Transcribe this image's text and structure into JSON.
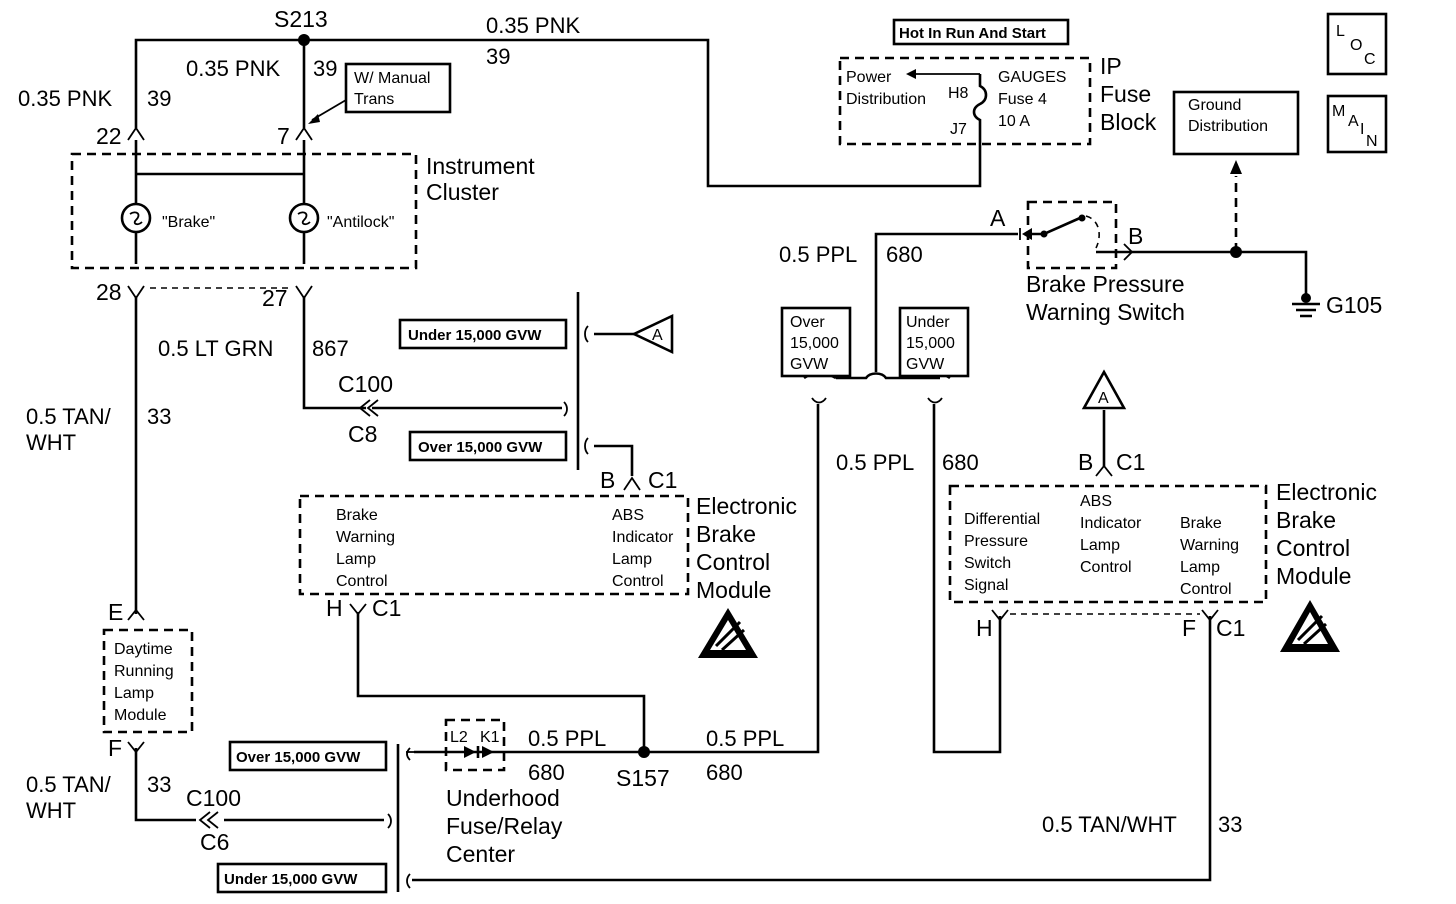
{
  "diagram": {
    "splices": {
      "s213": "S213",
      "s157": "S157"
    },
    "wires": {
      "pnk_size": "0.35 PNK",
      "pnk_circuit": "39",
      "ltgrn_size": "0.5 LT GRN",
      "ltgrn_circuit": "867",
      "tanwht_size_a": "0.5 TAN/",
      "tanwht_size_b": "WHT",
      "tanwht_full": "0.5 TAN/WHT",
      "tanwht_circuit": "33",
      "ppl_size": "0.5 PPL",
      "ppl_circuit": "680"
    },
    "notes": {
      "manual_trans_1": "W/ Manual",
      "manual_trans_2": "Trans",
      "hot_in_run": "Hot In Run And Start",
      "under_15000": "Under 15,000 GVW",
      "over_15000": "Over 15,000 GVW",
      "over_box": [
        "Over",
        "15,000",
        "GVW"
      ],
      "under_box": [
        "Under",
        "15,000",
        "GVW"
      ]
    },
    "instrument_cluster": {
      "name_1": "Instrument",
      "name_2": "Cluster",
      "lamp_brake": "\"Brake\"",
      "lamp_antilock": "\"Antilock\"",
      "pin_22": "22",
      "pin_7": "7",
      "pin_28": "28",
      "pin_27": "27"
    },
    "ip_fuse_block": {
      "name_1": "IP",
      "name_2": "Fuse",
      "name_3": "Block",
      "power_1": "Power",
      "power_2": "Distribution",
      "fuse_1": "GAUGES",
      "fuse_2": "Fuse 4",
      "fuse_3": "10 A",
      "pin_h8": "H8",
      "pin_j7": "J7",
      "ground_1": "Ground",
      "ground_2": "Distribution"
    },
    "loc_main": {
      "loc": [
        "L",
        "O",
        "C"
      ],
      "main": [
        "M",
        "A",
        "I",
        "N"
      ]
    },
    "connectors": {
      "c100": "C100",
      "c8": "C8",
      "c6": "C6",
      "c1": "C1",
      "b": "B",
      "h": "H",
      "e": "E",
      "f": "F",
      "a": "A",
      "offpage_a": "A"
    },
    "brake_switch": {
      "name_1": "Brake Pressure",
      "name_2": "Warning Switch",
      "pin_a": "A",
      "pin_b": "B",
      "ground": "G105"
    },
    "ebcm_left": {
      "name": [
        "Electronic",
        "Brake",
        "Control",
        "Module"
      ],
      "brake_lamp": [
        "Brake",
        "Warning",
        "Lamp",
        "Control"
      ],
      "abs_lamp": [
        "ABS",
        "Indicator",
        "Lamp",
        "Control"
      ]
    },
    "ebcm_right": {
      "name": [
        "Electronic",
        "Brake",
        "Control",
        "Module"
      ],
      "diff": [
        "Differential",
        "Pressure",
        "Switch",
        "Signal"
      ],
      "abs_lamp": [
        "ABS",
        "Indicator",
        "Lamp",
        "Control"
      ],
      "brake_lamp": [
        "Brake",
        "Warning",
        "Lamp",
        "Control"
      ]
    },
    "drl_module": [
      "Daytime",
      "Running",
      "Lamp",
      "Module"
    ],
    "underhood": {
      "name_1": "Underhood",
      "name_2": "Fuse/Relay",
      "name_3": "Center",
      "l2": "L2",
      "k1": "K1"
    }
  }
}
